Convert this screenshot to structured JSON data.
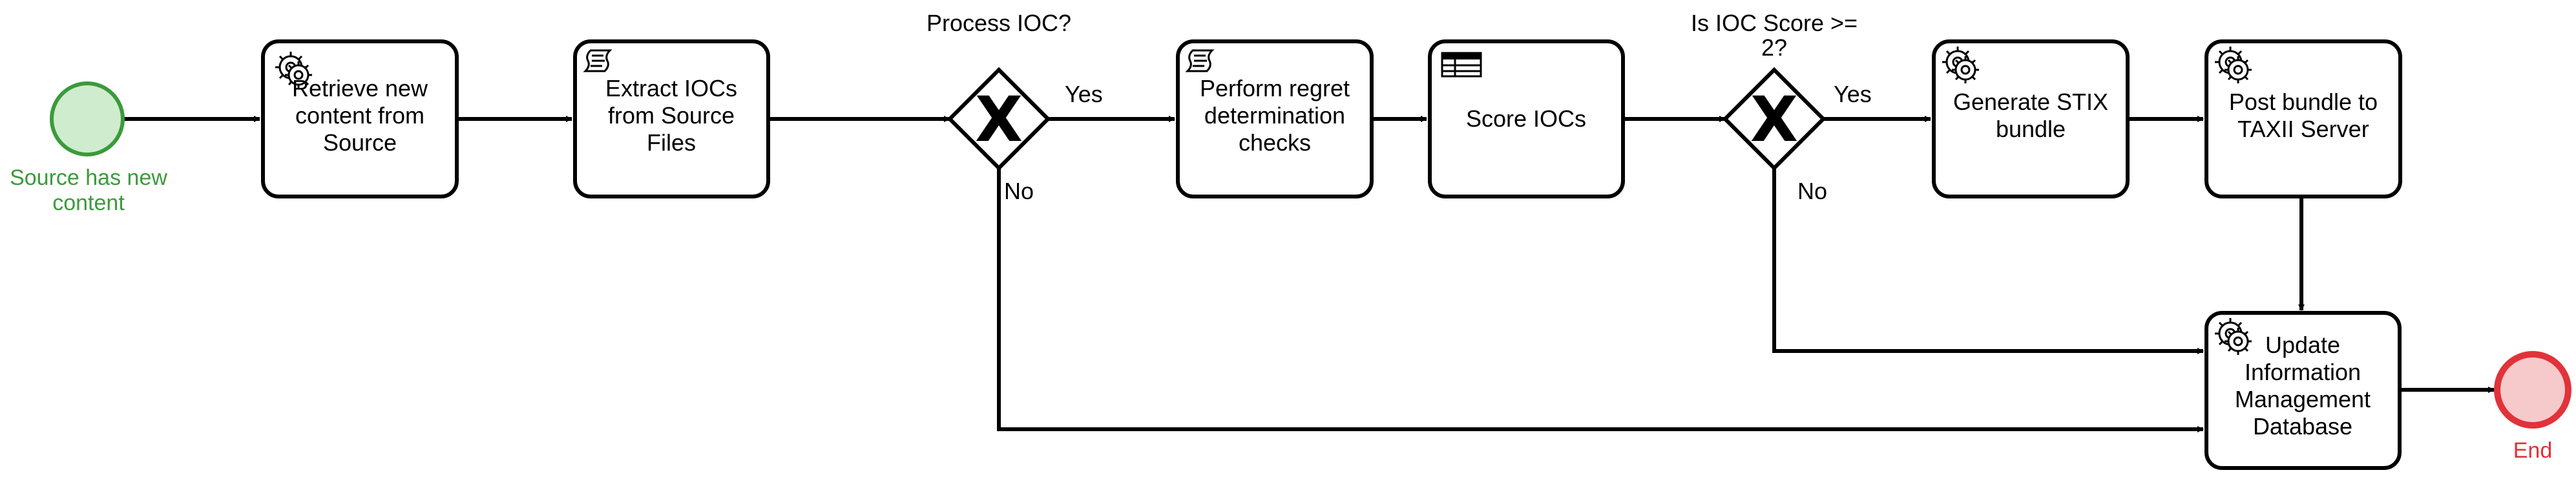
{
  "diagram": {
    "type": "bpmn-process",
    "colors": {
      "start_fill": "#cfeccf",
      "start_stroke": "#3a9b3a",
      "start_text": "#3a9b3a",
      "end_fill": "#f6c9cb",
      "end_stroke": "#e2323a",
      "end_text": "#e2323a",
      "line": "#000000"
    },
    "start_event": {
      "label_line1": "Source has new",
      "label_line2": "content"
    },
    "end_event": {
      "label": "End"
    },
    "tasks": [
      {
        "id": "retrieve",
        "icon": "gear-icon",
        "lines": [
          "Retrieve new",
          "content from",
          "Source"
        ]
      },
      {
        "id": "extract",
        "icon": "script-icon",
        "lines": [
          "Extract IOCs",
          "from Source",
          "Files"
        ]
      },
      {
        "id": "regret",
        "icon": "script-icon",
        "lines": [
          "Perform regret",
          "determination",
          "checks"
        ]
      },
      {
        "id": "score",
        "icon": "table-icon",
        "lines": [
          "Score IOCs"
        ]
      },
      {
        "id": "stix",
        "icon": "gear-icon",
        "lines": [
          "Generate STIX",
          "bundle"
        ]
      },
      {
        "id": "taxii",
        "icon": "gear-icon",
        "lines": [
          "Post bundle to",
          "TAXII Server"
        ]
      },
      {
        "id": "update",
        "icon": "gear-icon",
        "lines": [
          "Update",
          "Information",
          "Management",
          "Database"
        ]
      }
    ],
    "gateways": [
      {
        "id": "gw1",
        "mark": "X",
        "question_lines": [
          "Process IOC?"
        ],
        "yes_label": "Yes",
        "no_label": "No"
      },
      {
        "id": "gw2",
        "mark": "X",
        "question_lines": [
          "Is IOC Score >=",
          "2?"
        ],
        "yes_label": "Yes",
        "no_label": "No"
      }
    ]
  }
}
